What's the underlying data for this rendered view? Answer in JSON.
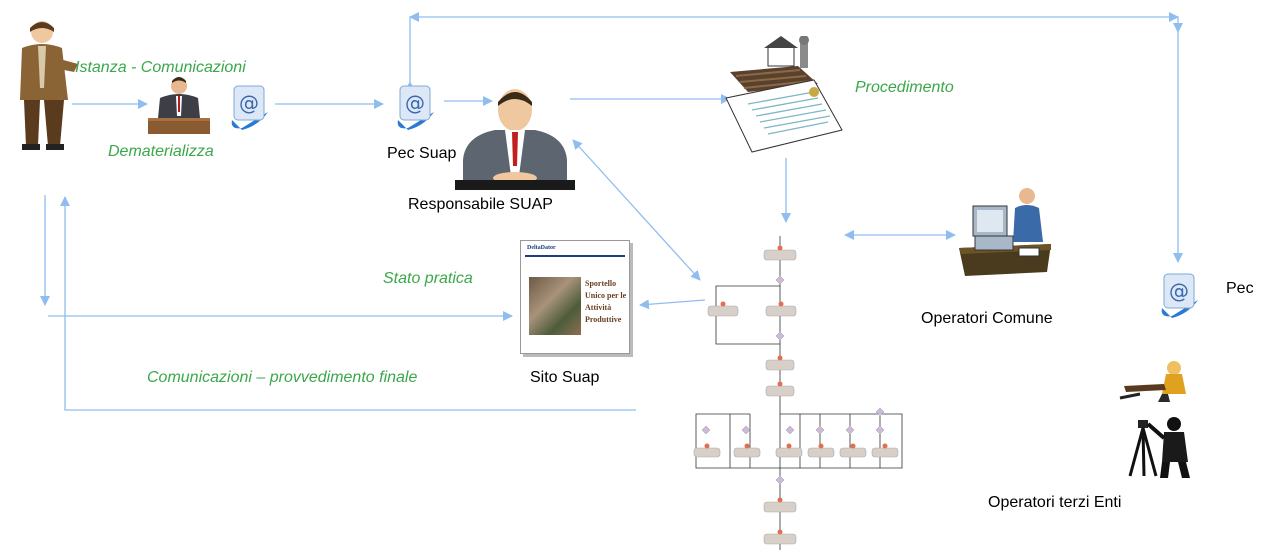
{
  "labels": {
    "istanza": "Istanza - Comunicazioni",
    "dematerializza": "Dematerializza",
    "pec_suap": "Pec Suap",
    "responsabile": "Responsabile SUAP",
    "procedimento": "Procedimento",
    "operatori_comune": "Operatori  Comune",
    "pec": "Pec",
    "stato_pratica": "Stato pratica",
    "sito_suap": "Sito Suap",
    "comunicazioni_finale": "Comunicazioni – provvedimento finale",
    "operatori_terzi": "Operatori terzi Enti"
  },
  "site_card": {
    "header": "DeltaDator",
    "title_lines": [
      "Sportello",
      "Unico per le",
      "Attività",
      "Produttive"
    ]
  },
  "colors": {
    "arrow": "#8fbdf0",
    "green_text": "#3aa84a",
    "flow_node": "#d8d0c8"
  }
}
